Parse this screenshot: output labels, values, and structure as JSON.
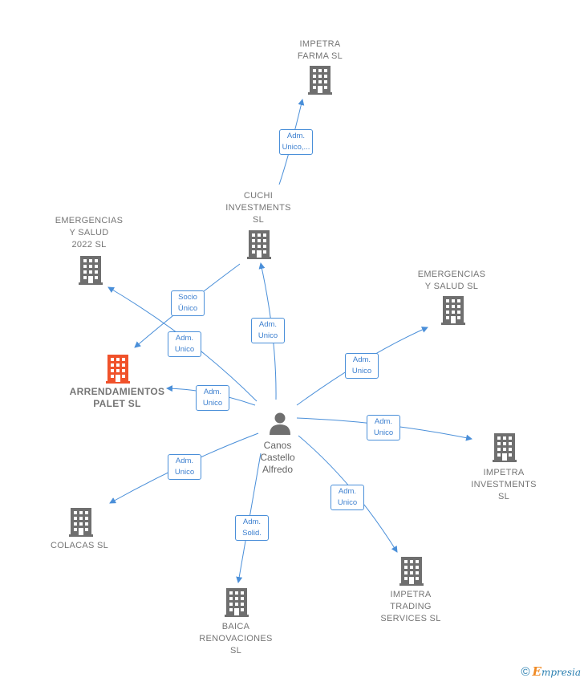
{
  "colors": {
    "edge": "#4a8fd9",
    "building": "#6f6f6f",
    "building_focus": "#f0522b",
    "person": "#6f6f6f"
  },
  "person": {
    "name": "Canos\nCastello\nAlfredo",
    "icon": "person-icon"
  },
  "companies": [
    {
      "id": "impetra-farma",
      "name": "IMPETRA\nFARMA  SL",
      "icon": "building-icon"
    },
    {
      "id": "cuchi",
      "name": "CUCHI\nINVESTMENTS\nSL",
      "icon": "building-icon"
    },
    {
      "id": "emergencias-2022",
      "name": "EMERGENCIAS\nY SALUD\n2022  SL",
      "icon": "building-icon"
    },
    {
      "id": "arrendamientos",
      "name": "ARRENDAMIENTOS\nPALET  SL",
      "icon": "building-icon",
      "focus": true
    },
    {
      "id": "emergencias",
      "name": "EMERGENCIAS\nY SALUD  SL",
      "icon": "building-icon"
    },
    {
      "id": "impetra-investments",
      "name": "IMPETRA\nINVESTMENTS\nSL",
      "icon": "building-icon"
    },
    {
      "id": "colacas",
      "name": "COLACAS  SL",
      "icon": "building-icon"
    },
    {
      "id": "baica",
      "name": "BAICA\nRENOVACIONES\nSL",
      "icon": "building-icon"
    },
    {
      "id": "impetra-trading",
      "name": "IMPETRA\nTRADING\nSERVICES  SL",
      "icon": "building-icon"
    }
  ],
  "relations": [
    {
      "from": "cuchi",
      "to": "impetra-farma",
      "label": "Adm.\nUnico,..."
    },
    {
      "from": "cuchi",
      "to": "arrendamientos",
      "label": "Socio\nÚnico"
    },
    {
      "from": "person",
      "to": "emergencias-2022",
      "label": "Adm.\nUnico"
    },
    {
      "from": "person",
      "to": "arrendamientos",
      "label": "Adm.\nUnico"
    },
    {
      "from": "person",
      "to": "cuchi",
      "label": "Adm.\nUnico"
    },
    {
      "from": "person",
      "to": "emergencias",
      "label": "Adm.\nUnico"
    },
    {
      "from": "person",
      "to": "impetra-investments",
      "label": "Adm.\nUnico"
    },
    {
      "from": "person",
      "to": "colacas",
      "label": "Adm.\nUnico"
    },
    {
      "from": "person",
      "to": "baica",
      "label": "Adm.\nSolid."
    },
    {
      "from": "person",
      "to": "impetra-trading",
      "label": "Adm.\nUnico"
    }
  ],
  "footer": {
    "copyright": "©",
    "brand_initial": "E",
    "brand_rest": "mpresia"
  }
}
